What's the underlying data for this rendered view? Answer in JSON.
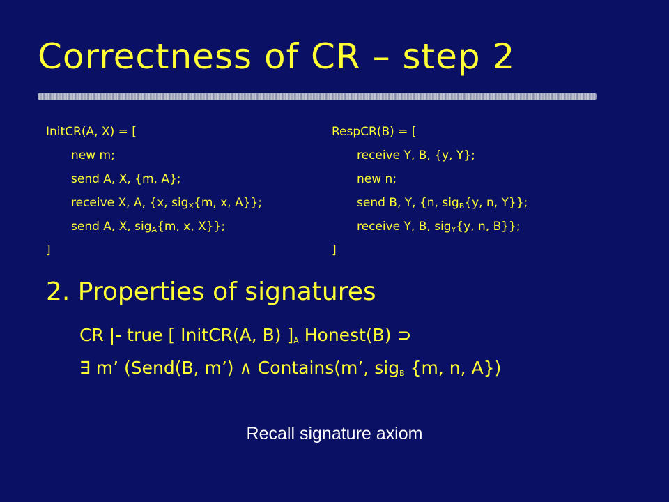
{
  "slide": {
    "title": "Correctness of CR – step 2",
    "init": {
      "header": "InitCR(A, X) = [",
      "lines": [
        {
          "pre": "new m;",
          "sub": "",
          "post": ""
        },
        {
          "pre": "send A, X, {m, A};",
          "sub": "",
          "post": ""
        },
        {
          "pre": "receive X, A, {x, sig",
          "sub": "X",
          "post": "{m, x, A}};"
        },
        {
          "pre": "send A, X, sig",
          "sub": "A",
          "post": "{m, x, X}};"
        }
      ],
      "footer": "]"
    },
    "resp": {
      "header": "RespCR(B) = [",
      "lines": [
        {
          "pre": "receive Y, B, {y, Y};",
          "sub": "",
          "post": ""
        },
        {
          "pre": "new n;",
          "sub": "",
          "post": ""
        },
        {
          "pre": "send B, Y, {n, sig",
          "sub": "B",
          "post": "{y, n, Y}};"
        },
        {
          "pre": "receive Y, B, sig",
          "sub": "Y",
          "post": "{y, n, B}};"
        }
      ],
      "footer": "]"
    },
    "heading": "2. Properties of signatures",
    "formula1": {
      "pre": "CR |- true [ InitCR(A, B) ]",
      "sub": "A",
      "post": " Honest(B) ⊃"
    },
    "formula2": {
      "pre": "∃ m’ (Send(B, m’) ∧ Contains(m’, sig",
      "sub": "B",
      "post": " {m, n, A})"
    },
    "note": "Recall signature axiom",
    "colors": {
      "background": "#0a1064",
      "accent": "#ffff33",
      "note": "#ffffff"
    }
  }
}
